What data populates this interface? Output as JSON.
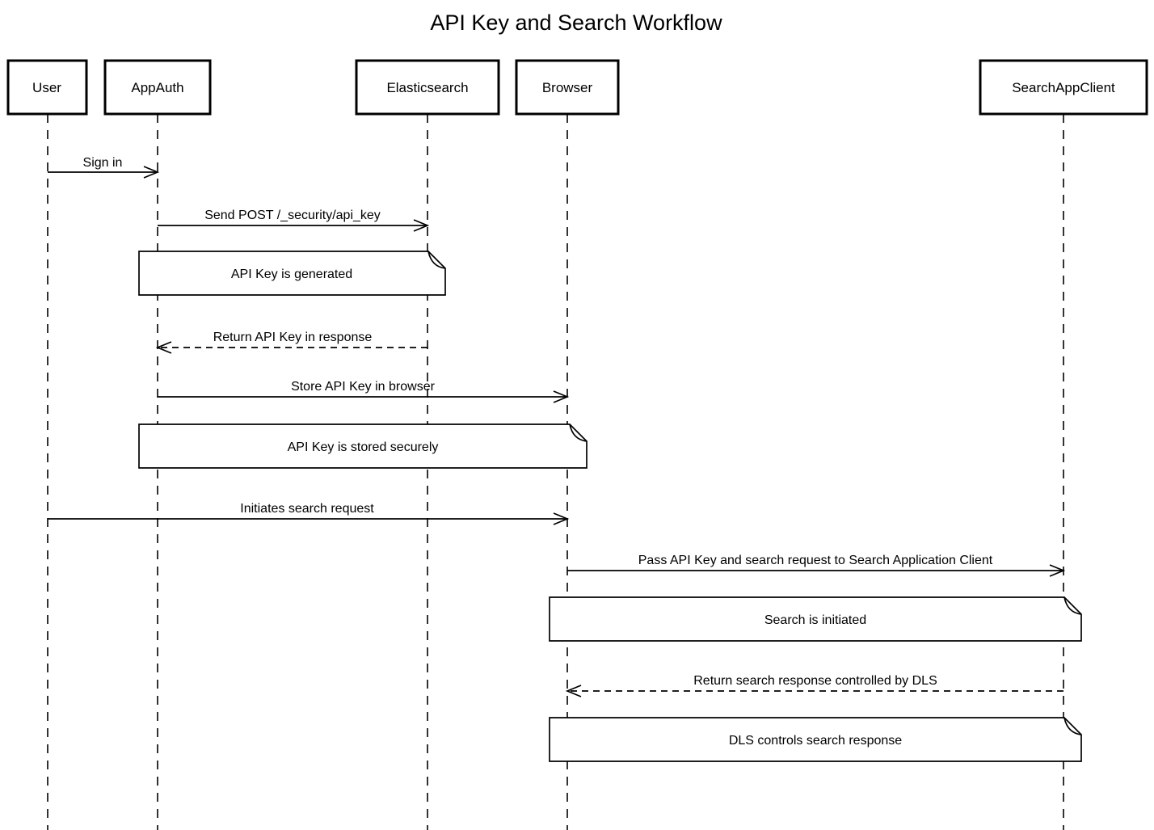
{
  "title": "API Key and Search Workflow",
  "colors": {
    "ink": "#000000",
    "background": "#ffffff"
  },
  "participants": [
    {
      "id": "user",
      "label": "User"
    },
    {
      "id": "appauth",
      "label": "AppAuth"
    },
    {
      "id": "elasticsearch",
      "label": "Elasticsearch"
    },
    {
      "id": "browser",
      "label": "Browser"
    },
    {
      "id": "searchappclient",
      "label": "SearchAppClient"
    }
  ],
  "messages": [
    {
      "from": "User",
      "to": "AppAuth",
      "line": "solid",
      "label": "Sign in"
    },
    {
      "from": "AppAuth",
      "to": "Elasticsearch",
      "line": "solid",
      "label": "Send POST /_security/api_key"
    },
    {
      "from": "Elasticsearch",
      "to": "AppAuth",
      "line": "dashed",
      "label": "Return API Key in response"
    },
    {
      "from": "AppAuth",
      "to": "Browser",
      "line": "solid",
      "label": "Store API Key in browser"
    },
    {
      "from": "User",
      "to": "Browser",
      "line": "solid",
      "label": "Initiates search request"
    },
    {
      "from": "Browser",
      "to": "SearchAppClient",
      "line": "solid",
      "label": "Pass API Key and search request to Search Application Client"
    },
    {
      "from": "SearchAppClient",
      "to": "Browser",
      "line": "dashed",
      "label": "Return search response controlled by DLS"
    }
  ],
  "notes": [
    {
      "over": "AppAuth, Elasticsearch",
      "label": "API Key is generated"
    },
    {
      "over": "AppAuth, Browser",
      "label": "API Key is stored securely"
    },
    {
      "over": "Browser, SearchAppClient",
      "label": "Search is initiated"
    },
    {
      "over": "Browser, SearchAppClient",
      "label": "DLS controls search response"
    }
  ]
}
